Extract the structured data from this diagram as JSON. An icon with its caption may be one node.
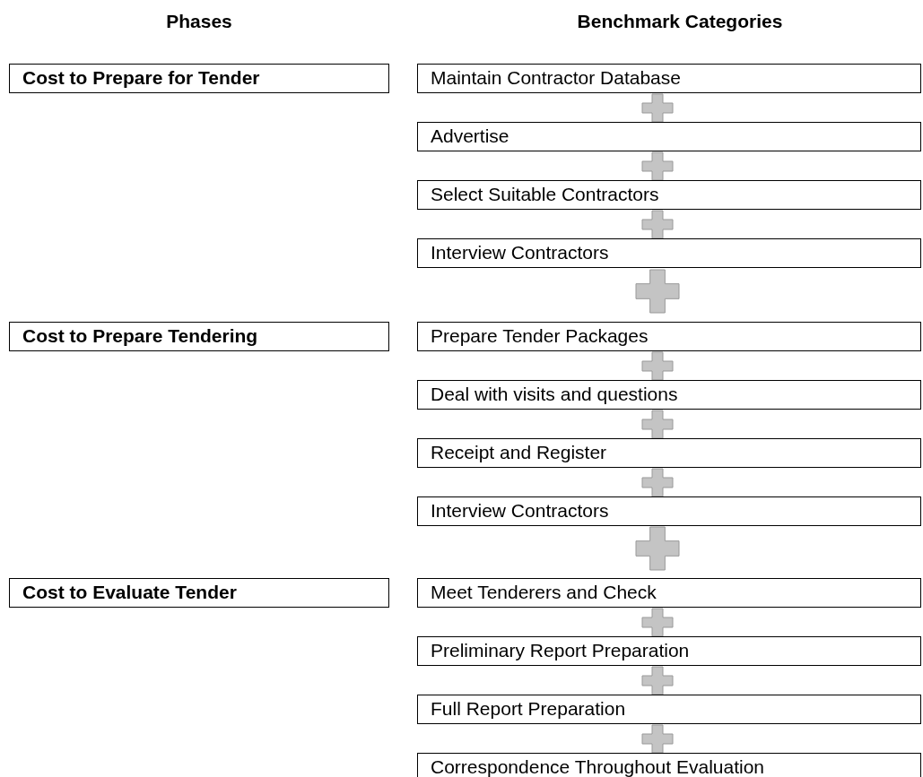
{
  "diagram": {
    "nodes": [
      {
        "text": [
          "Cost to Prepare for Tender"
        ]
      },
      {
        "text": [
          "Maintain Contractor Database"
        ]
      },
      {
        "text": [
          "Advertise"
        ]
      },
      {
        "text": [
          "Select Suitable Contractors"
        ]
      },
      {
        "text": [
          "Interview Contractors"
        ]
      },
      {
        "text": [
          "Cost to Prepare Tendering"
        ]
      },
      {
        "text": [
          "Prepare Tender Packages"
        ]
      },
      {
        "text": [
          "Deal with visits and questions"
        ]
      },
      {
        "text": [
          "Receipt and Register"
        ]
      },
      {
        "text": [
          "Interview Contractors"
        ]
      },
      {
        "text": [
          "Cost to Evaluate Tender"
        ]
      },
      {
        "text": [
          "Meet Tenderers and Check"
        ]
      },
      {
        "text": [
          "Preliminary Report Preparation"
        ]
      },
      {
        "text": [
          "Full Report Preparation"
        ]
      },
      {
        "text": [
          "Correspondence Throughout Evaluation"
        ]
      }
    ],
    "labels": [
      "Phases",
      "Benchmark Categories"
    ]
  }
}
